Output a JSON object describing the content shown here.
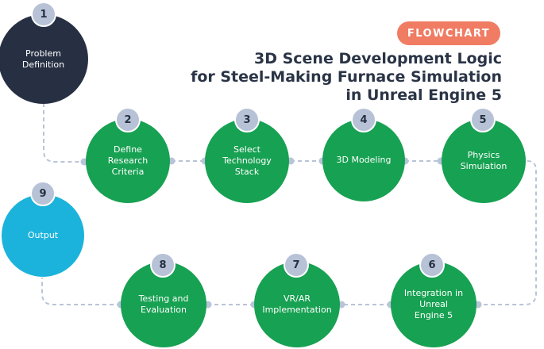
{
  "badge": "FLOWCHART",
  "title": {
    "line1": "3D Scene Development Logic",
    "line2": "for Steel-Making Furnace Simulation",
    "line3": "in Unreal Engine 5"
  },
  "steps": [
    {
      "number": "1",
      "label": "Problem Definition",
      "style": "dark"
    },
    {
      "number": "2",
      "label": "Define Research Criteria",
      "style": "green"
    },
    {
      "number": "3",
      "label": "Select Technology Stack",
      "style": "green"
    },
    {
      "number": "4",
      "label": "3D Modeling",
      "style": "green"
    },
    {
      "number": "5",
      "label": "Physics Simulation",
      "style": "green"
    },
    {
      "number": "6",
      "label": "Integration in Unreal Engine 5",
      "style": "green"
    },
    {
      "number": "7",
      "label": "VR/AR Implementation",
      "style": "green"
    },
    {
      "number": "8",
      "label": "Testing and Evaluation",
      "style": "green"
    },
    {
      "number": "9",
      "label": "Output",
      "style": "cyan"
    }
  ],
  "colors": {
    "dark": "#273043",
    "green": "#17a152",
    "cyan": "#1bb3db",
    "badge": "#ef7c63",
    "connector": "#b8c4d8",
    "number_bubble": "#b7c2d6"
  }
}
